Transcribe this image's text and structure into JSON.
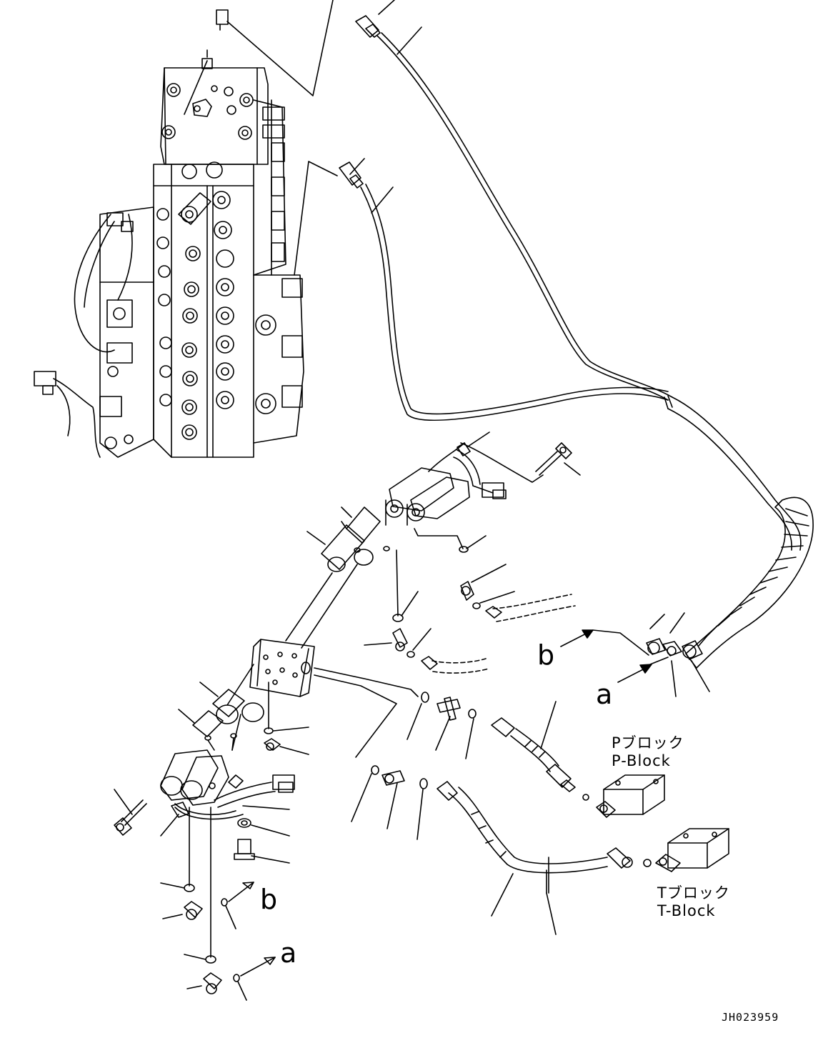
{
  "labels": {
    "b_right": "b",
    "a_right": "a",
    "b_left": "b",
    "a_left": "a"
  },
  "blocks": {
    "p_block_jp": "Pブロック",
    "p_block_en": "P-Block",
    "t_block_jp": "Tブロック",
    "t_block_en": "T-Block"
  },
  "doc_id": "JH023959"
}
